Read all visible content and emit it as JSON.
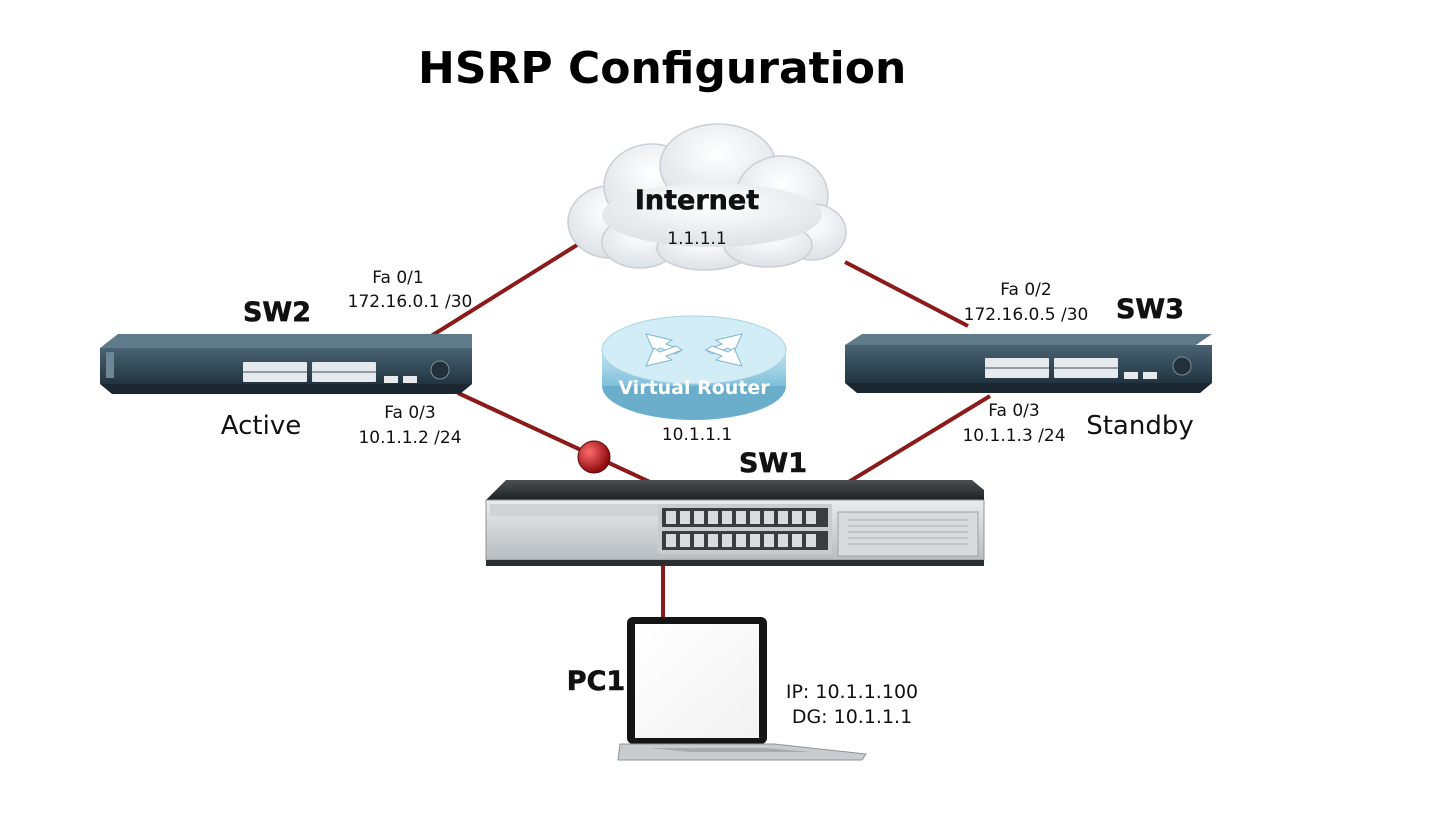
{
  "title": "HSRP Configuration",
  "internet": {
    "label": "Internet",
    "ip": "1.1.1.1"
  },
  "sw2": {
    "name": "SW2",
    "role": "Active",
    "uplink_port": "Fa 0/1",
    "uplink_ip": "172.16.0.1 /30",
    "downlink_port": "Fa 0/3",
    "downlink_ip": "10.1.1.2 /24"
  },
  "sw3": {
    "name": "SW3",
    "role": "Standby",
    "uplink_port": "Fa 0/2",
    "uplink_ip": "172.16.0.5 /30",
    "downlink_port": "Fa 0/3",
    "downlink_ip": "10.1.1.3 /24"
  },
  "virtual_router": {
    "label": "Virtual Router",
    "ip": "10.1.1.1"
  },
  "sw1": {
    "name": "SW1"
  },
  "pc1": {
    "name": "PC1",
    "ip_line": "IP: 10.1.1.100",
    "dg_line": "DG: 10.1.1.1"
  },
  "colors": {
    "link": "#8b1a1a",
    "switch_body": "#2f4450",
    "router_body": "#9ad0e6",
    "blocked_port": "#c0141a"
  },
  "icons": [
    "cloud-icon",
    "switch-icon",
    "router-icon",
    "laptop-icon"
  ]
}
